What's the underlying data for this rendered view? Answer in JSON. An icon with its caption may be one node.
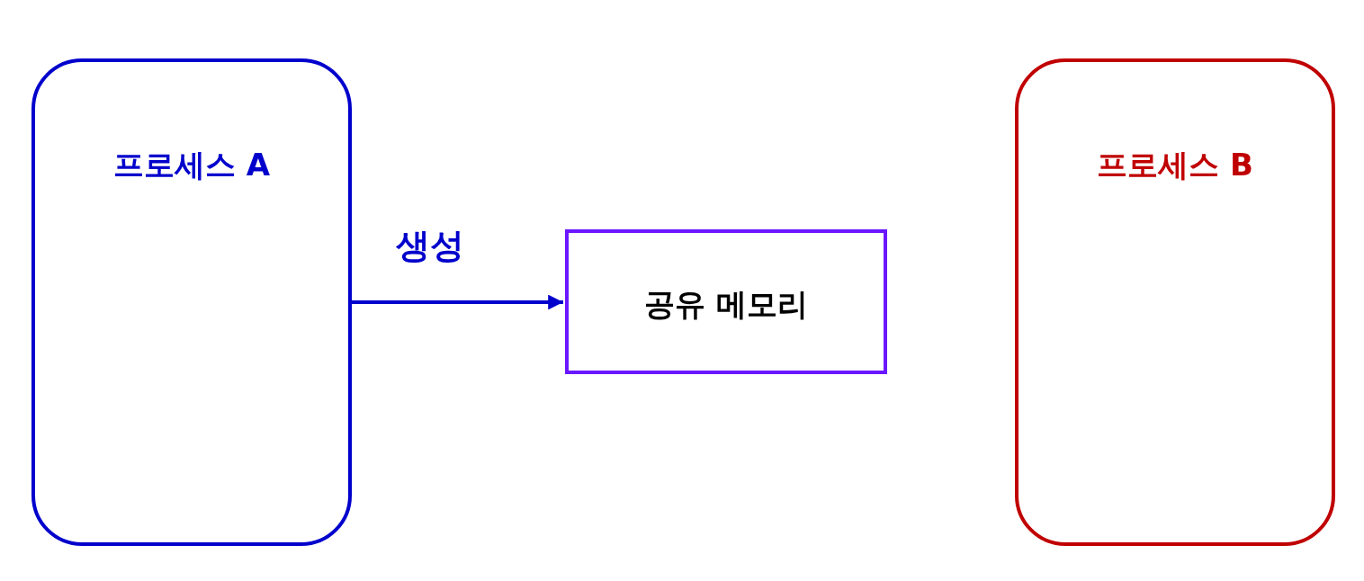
{
  "diagram": {
    "nodes": [
      {
        "text": [
          "프로세스 A"
        ]
      },
      {
        "text": [
          "공유 메모리"
        ]
      },
      {
        "text": [
          "프로세스 B"
        ]
      }
    ],
    "edges": [
      {
        "from": 0,
        "to": 1,
        "arrow": "to",
        "label": "생성"
      }
    ]
  }
}
